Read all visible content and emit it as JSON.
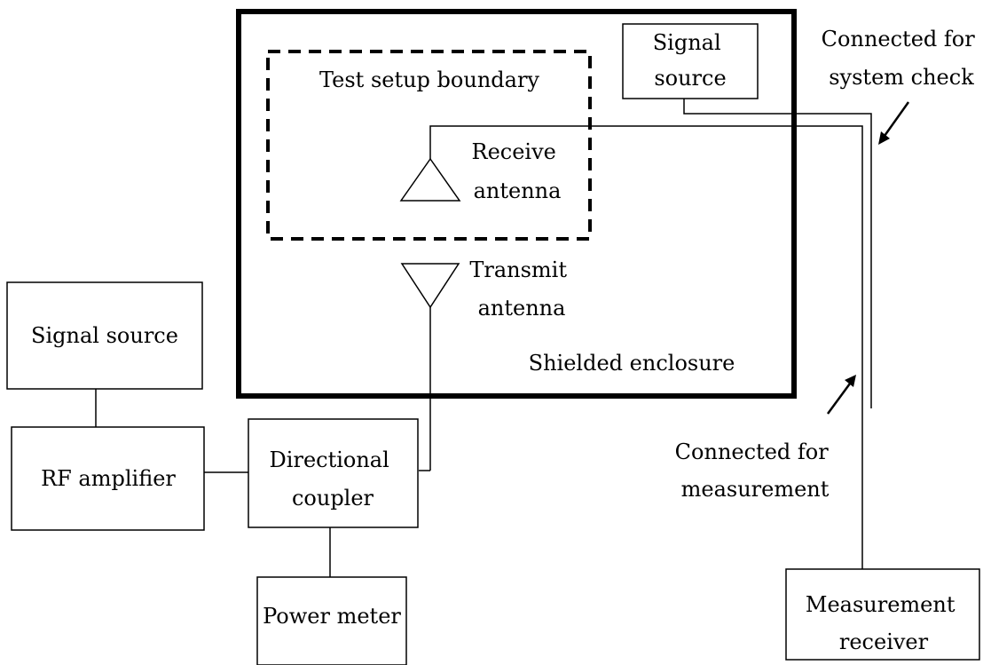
{
  "labels": {
    "test_setup_boundary": "Test setup boundary",
    "receive_antenna": [
      "Receive",
      "antenna"
    ],
    "transmit_antenna": [
      "Transmit",
      "antenna"
    ],
    "shielded_enclosure": "Shielded enclosure",
    "signal_source_inside": [
      "Signal",
      "source"
    ],
    "connected_for_system_check": [
      "Connected for",
      "system check"
    ],
    "connected_for_measurement": [
      "Connected for",
      "measurement"
    ],
    "signal_source": "Signal source",
    "rf_amplifier": "RF amplifier",
    "directional_coupler": [
      "Directional",
      "coupler"
    ],
    "power_meter": "Power meter",
    "measurement_receiver": [
      "Measurement",
      "receiver"
    ]
  }
}
